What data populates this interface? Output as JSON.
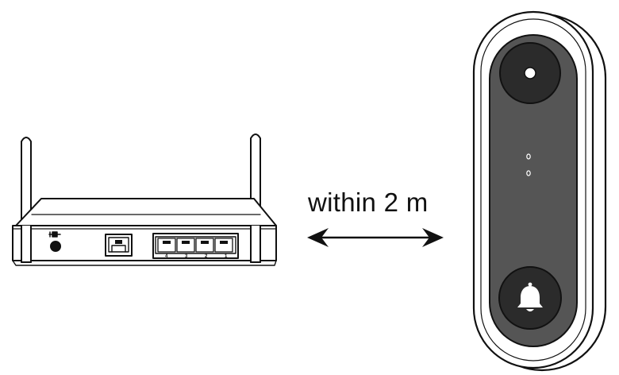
{
  "label": {
    "distance": "within 2 m"
  },
  "router": {
    "ports": [
      "4",
      "3",
      "2",
      "1"
    ],
    "power_icon": "power-plug-icon"
  },
  "doorbell": {
    "button_icon": "bell-icon"
  },
  "colors": {
    "line": "#111111",
    "doorbell_body": "#555555",
    "doorbell_circle": "#2b2b2b"
  }
}
